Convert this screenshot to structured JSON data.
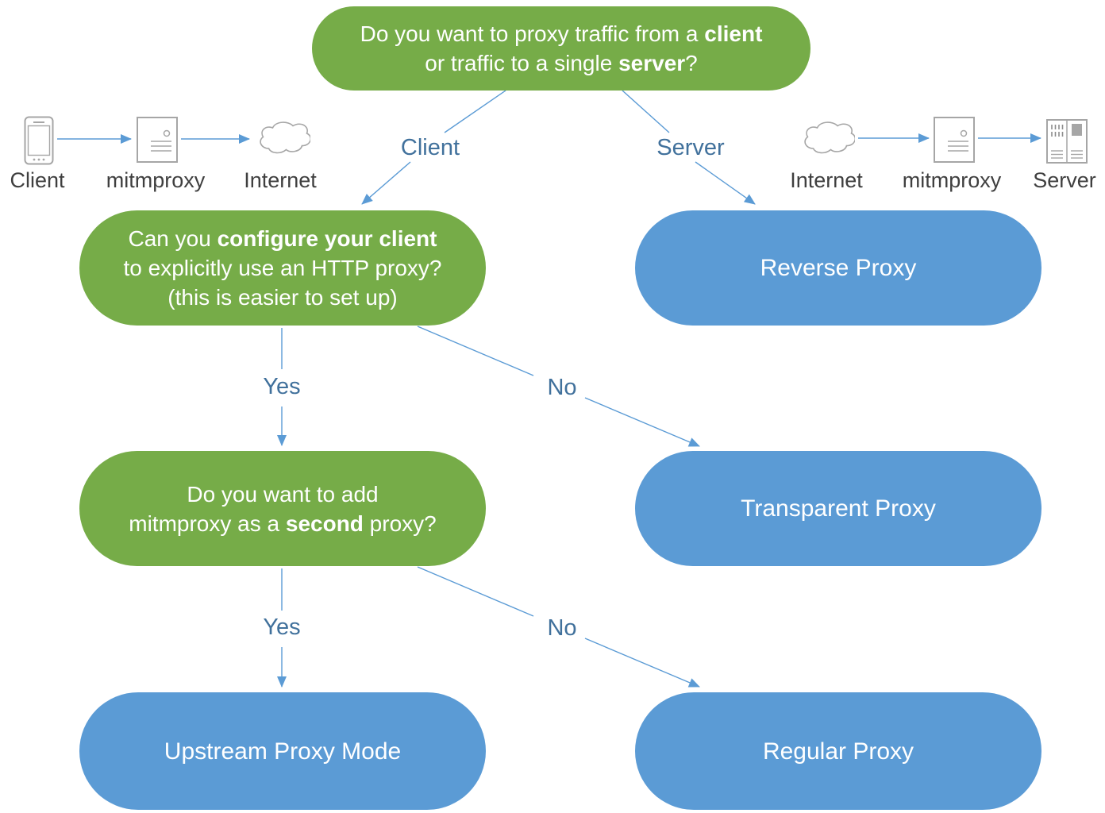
{
  "colors": {
    "green": "#76AC48",
    "blue": "#5B9BD5",
    "edge_line": "#5B9BD5",
    "edge_label": "#41719C",
    "caption": "#3F3F3F",
    "icon_stroke": "#A6A6A6"
  },
  "nodes": {
    "q1": {
      "l1a": "Do you want to proxy traffic from a ",
      "l1b": "client",
      "l2a": "or traffic to a single ",
      "l2b": "server",
      "l2c": "?"
    },
    "q2": {
      "l1a": "Can you ",
      "l1b": "configure your client",
      "l2": "to explicitly use an HTTP proxy?",
      "l3": "(this is easier to set up)"
    },
    "q3": {
      "l1": "Do you want to add",
      "l2a": "mitmproxy as a ",
      "l2b": "second",
      "l2c": " proxy?"
    },
    "reverse": "Reverse Proxy",
    "transparent": "Transparent Proxy",
    "upstream": "Upstream Proxy Mode",
    "regular": "Regular Proxy"
  },
  "edges": {
    "client": "Client",
    "server": "Server",
    "yes1": "Yes",
    "no1": "No",
    "yes2": "Yes",
    "no2": "No"
  },
  "icon_rows": {
    "left": [
      {
        "icon": "phone-icon",
        "label": "Client"
      },
      {
        "icon": "server-icon",
        "label": "mitmproxy"
      },
      {
        "icon": "cloud-icon",
        "label": "Internet"
      }
    ],
    "right": [
      {
        "icon": "cloud-icon",
        "label": "Internet"
      },
      {
        "icon": "server-icon",
        "label": "mitmproxy"
      },
      {
        "icon": "rack-icon",
        "label": "Server"
      }
    ]
  }
}
